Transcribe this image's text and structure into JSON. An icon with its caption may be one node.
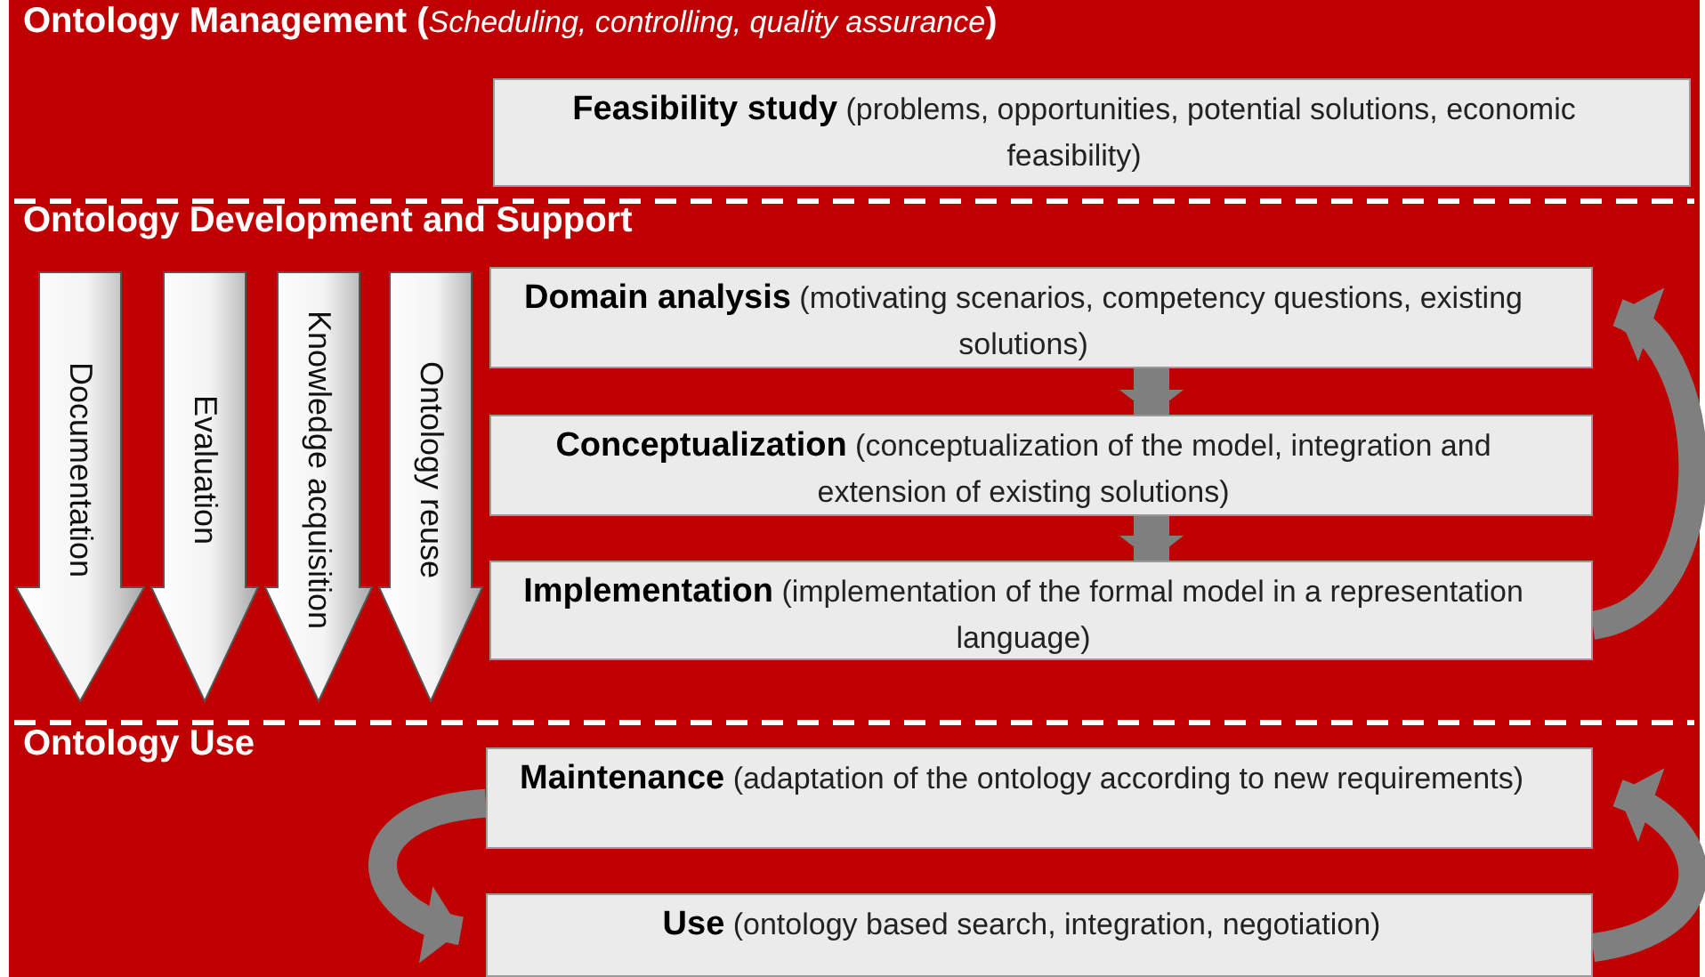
{
  "diagram": {
    "nodes": [
      {
        "text": [
          "**Ontology Management** (*Scheduling, controlling, quality assurance*)"
        ]
      },
      {
        "text": [
          "**Feasibility study** (problems, opportunities, potential solutions, economic feasibility)"
        ],
        "in": 0
      },
      {
        "text": [
          "Ontology Development and Support"
        ]
      },
      {
        "text": [
          "Documentation"
        ],
        "in": 2
      },
      {
        "text": [
          "Evaluation"
        ],
        "in": 2
      },
      {
        "text": [
          "Knowledge acquisition"
        ],
        "in": 2
      },
      {
        "text": [
          "Ontology reuse"
        ],
        "in": 2
      },
      {
        "text": [
          "**Domain analysis** (motivating scenarios, competency questions, existing solutions)"
        ],
        "in": 2
      },
      {
        "text": [
          "**Conceptualization** (conceptualization of the model, integration and extension of existing solutions)"
        ],
        "in": 2
      },
      {
        "text": [
          "**Implementation** (implementation of the formal model in a representation language)"
        ],
        "in": 2
      },
      {
        "text": [
          "Ontology Use"
        ]
      },
      {
        "text": [
          "**Maintenance** (adaptation of the ontology according to new requirements)"
        ],
        "in": 10
      },
      {
        "text": [
          "**Use** (ontology based search, integration, negotiation)"
        ],
        "in": 10
      }
    ],
    "edges": [
      {
        "from": 7,
        "to": 8,
        "arrow": "to"
      },
      {
        "from": 8,
        "to": 9,
        "arrow": "to"
      },
      {
        "from": 9,
        "to": 7,
        "arrow": "to"
      },
      {
        "from": 11,
        "to": 12,
        "arrow": "to"
      },
      {
        "from": 12,
        "to": 11,
        "arrow": "to"
      }
    ]
  }
}
